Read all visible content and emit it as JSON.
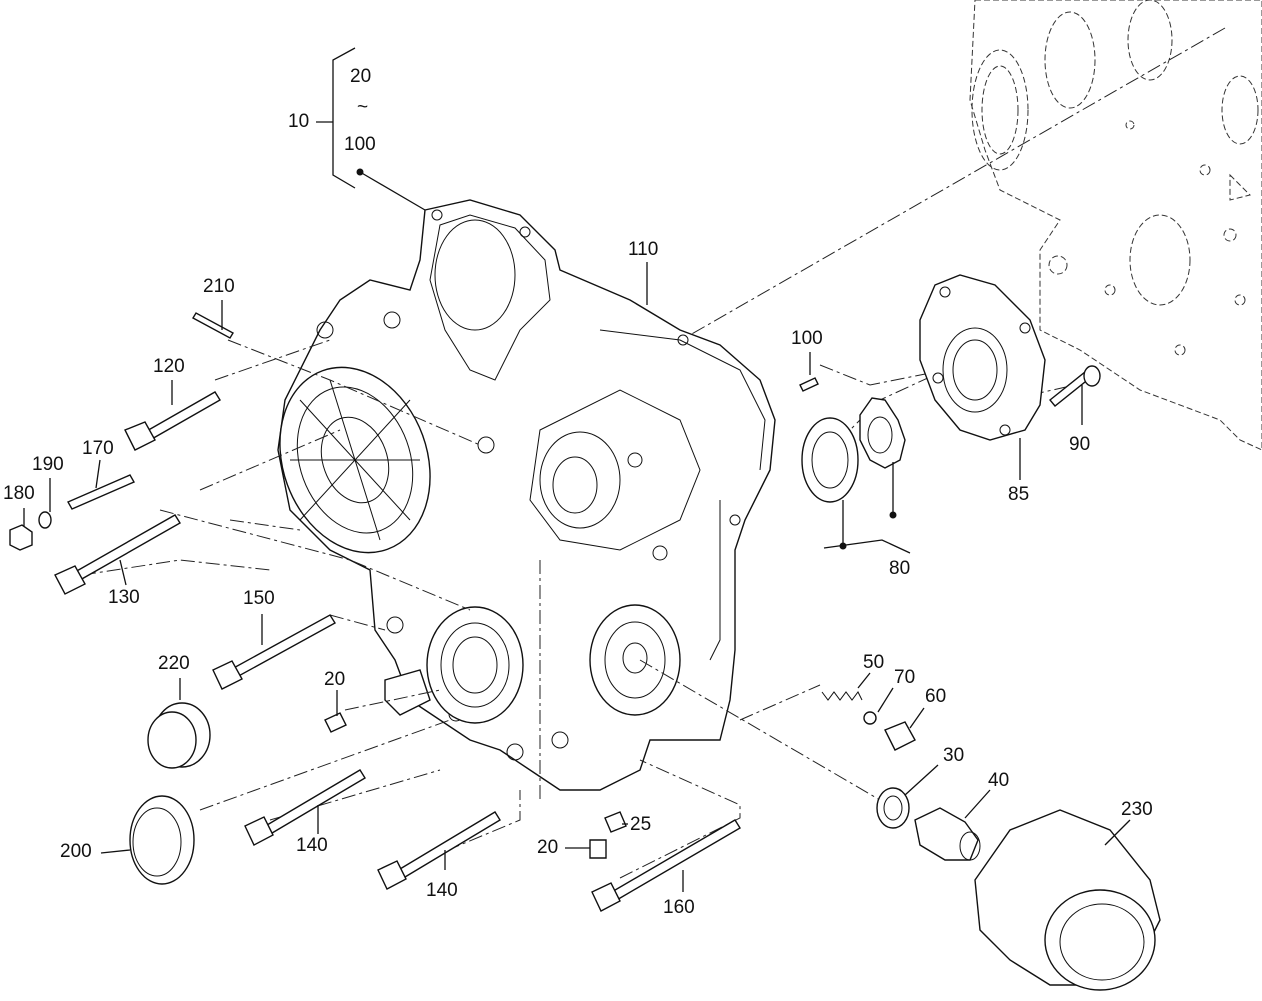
{
  "diagram": {
    "labels": {
      "l10": "10",
      "l20a": "20",
      "tilde": "~",
      "l100a": "100",
      "l110": "110",
      "l210": "210",
      "l120": "120",
      "l100b": "100",
      "l190": "190",
      "l170": "170",
      "l180": "180",
      "l130": "130",
      "l90": "90",
      "l85": "85",
      "l80": "80",
      "l150": "150",
      "l220": "220",
      "l20b": "20",
      "l50": "50",
      "l70": "70",
      "l60": "60",
      "l30": "30",
      "l40": "40",
      "l230": "230",
      "l25": "25",
      "l20c": "20",
      "l200": "200",
      "l140a": "140",
      "l140b": "140",
      "l160": "160"
    }
  }
}
